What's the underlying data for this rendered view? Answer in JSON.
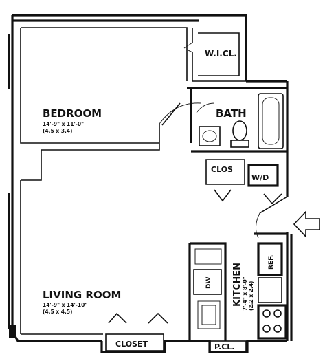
{
  "plan": {
    "rooms": {
      "bedroom": {
        "name": "BEDROOM",
        "dims_imperial": "14'-9\" x 11'-0\"",
        "dims_metric": "(4.5 x 3.4)"
      },
      "living_room": {
        "name": "LIVING ROOM",
        "dims_imperial": "14'-9\" x 14'-10\"",
        "dims_metric": "(4.5 x 4.5)"
      },
      "kitchen": {
        "name": "KITCHEN",
        "dims_imperial": "7'-4\" x 8'-0\"",
        "dims_metric": "(2.2 x 2.4)"
      },
      "bath": {
        "name": "BATH"
      },
      "walk_in_closet": {
        "name": "W.I.CL."
      },
      "closet": {
        "name": "CLOS"
      },
      "washer_dryer": {
        "name": "W/D"
      },
      "living_closet": {
        "name": "CLOSET"
      },
      "pantry_closet": {
        "name": "P.CL."
      }
    },
    "appliances": {
      "dishwasher": "DW",
      "refrigerator": "REF."
    },
    "entry_icon": "entry-arrow-icon"
  }
}
